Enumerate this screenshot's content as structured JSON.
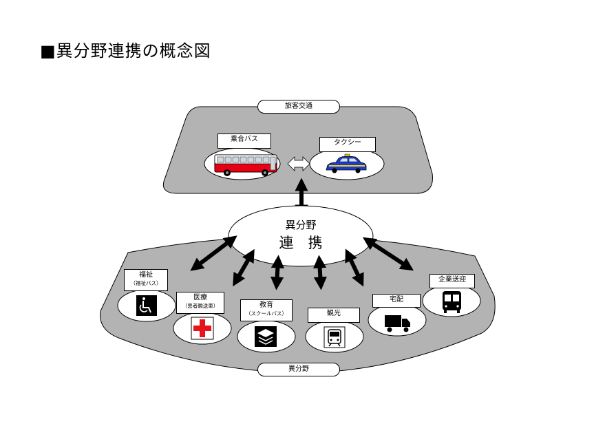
{
  "title": "■異分野連携の概念図",
  "top_group": {
    "label": "旅客交通",
    "items": [
      {
        "label": "乗合バス",
        "icon": "bus-icon"
      },
      {
        "label": "タクシー",
        "icon": "taxi-icon"
      }
    ]
  },
  "center": {
    "line1": "異分野",
    "line2": "連　携"
  },
  "bottom_group": {
    "label": "異分野",
    "items": [
      {
        "label": "福祉",
        "sub": "（福祉バス）",
        "icon": "wheelchair-icon"
      },
      {
        "label": "医療",
        "sub": "（患者輸送車）",
        "icon": "red-cross-icon"
      },
      {
        "label": "教育",
        "sub": "（スクールバス）",
        "icon": "graduation-cap-icon"
      },
      {
        "label": "観光",
        "sub": "",
        "icon": "train-icon"
      },
      {
        "label": "宅配",
        "sub": "",
        "icon": "truck-icon"
      },
      {
        "label": "企業送迎",
        "sub": "",
        "icon": "bus-front-icon"
      }
    ]
  },
  "colors": {
    "panel": "#b3b3b3",
    "bus_red": "#e60012",
    "taxi_blue": "#1d3ccf",
    "cross_red": "#e8141b"
  }
}
